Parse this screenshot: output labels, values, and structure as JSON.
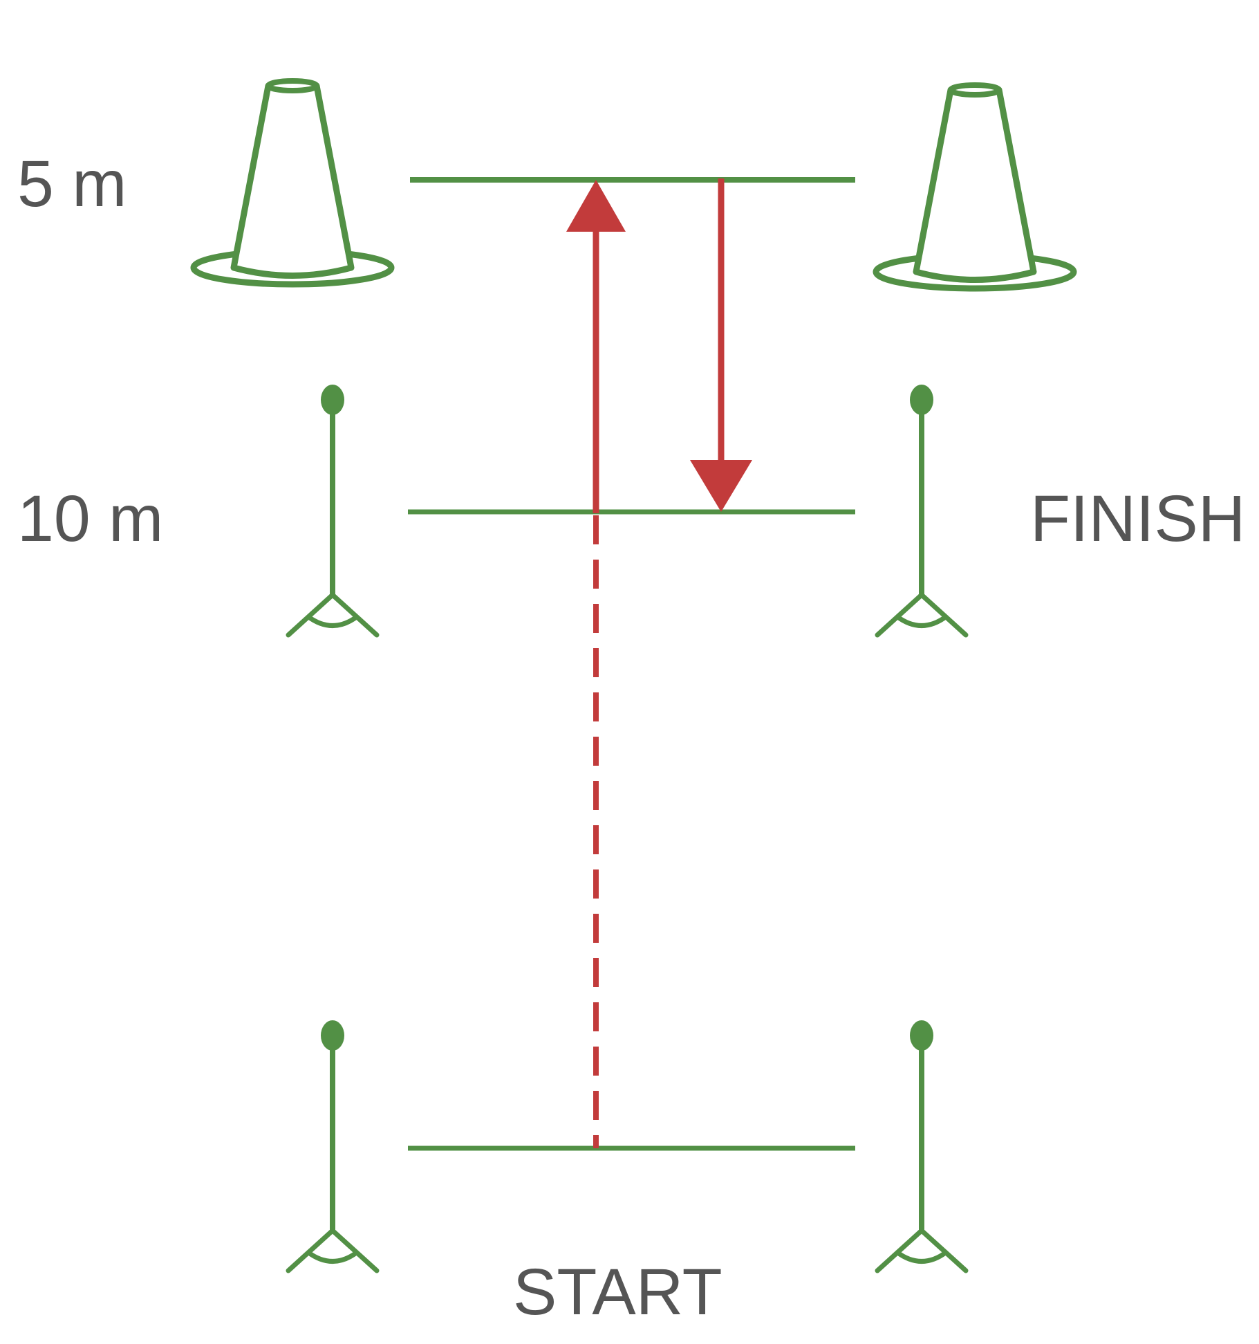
{
  "labels": {
    "five_m": "5 m",
    "ten_m": "10 m",
    "finish": "FINISH",
    "start": "START"
  },
  "colors": {
    "green": "#529045",
    "red": "#C23B3B",
    "text": "#555555",
    "background": "#FFFFFF"
  },
  "icons": [
    "cone-icon",
    "timing-gate-icon"
  ]
}
